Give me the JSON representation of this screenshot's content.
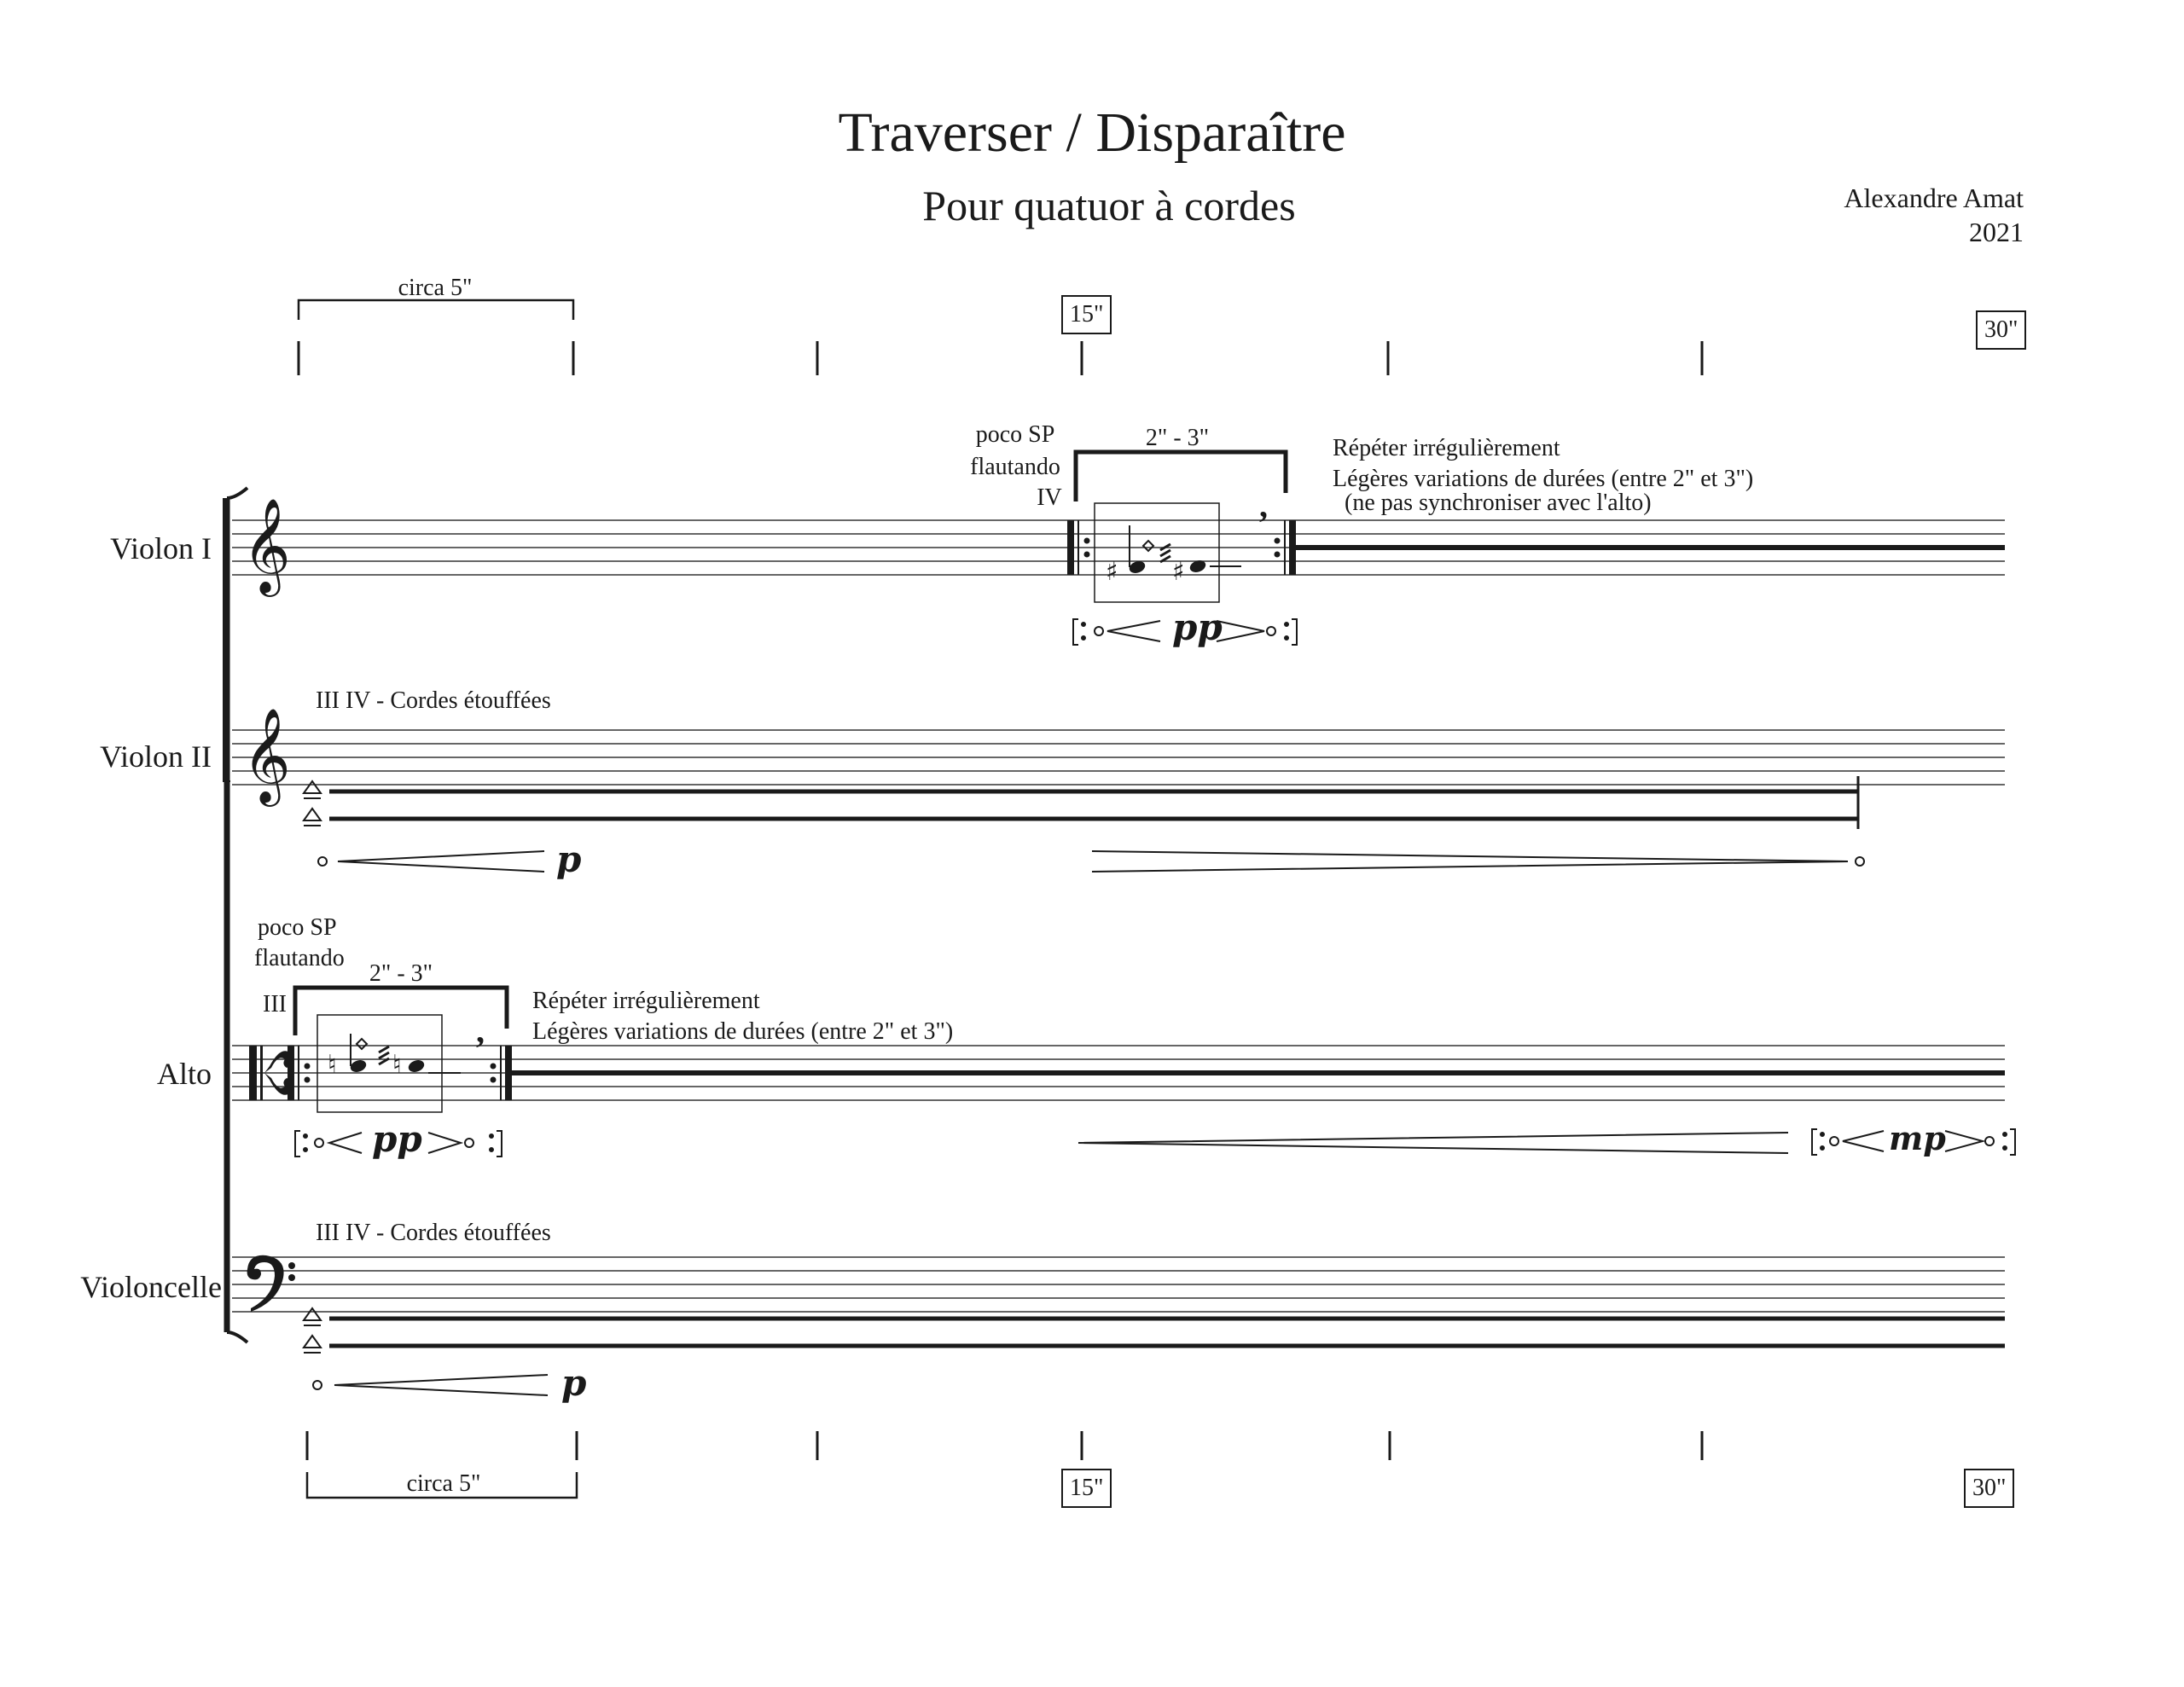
{
  "header": {
    "title": "Traverser / Disparaître",
    "subtitle": "Pour quatuor à cordes",
    "composer": "Alexandre Amat",
    "year": "2021"
  },
  "timeline": {
    "bracket_label": "circa 5\"",
    "marker_15": "15\"",
    "marker_30": "30\""
  },
  "instruments": {
    "violin1": "Violon I",
    "violin2": "Violon II",
    "viola": "Alto",
    "cello": "Violoncelle"
  },
  "violin1": {
    "technique_1": "poco SP",
    "technique_2": "flautando",
    "string": "IV",
    "duration": "2\" - 3\"",
    "instruction_1": "Répéter irrégulièrement",
    "instruction_2": "Légères variations de durées (entre 2\" et 3\")",
    "instruction_3": "(ne pas synchroniser avec l'alto)",
    "dynamic": "pp"
  },
  "violin2": {
    "technique": "III IV - Cordes étouffées",
    "dynamic": "p"
  },
  "viola": {
    "technique_1": "poco SP",
    "technique_2": "flautando",
    "string": "III",
    "duration": "2\" - 3\"",
    "instruction_1": "Répéter irrégulièrement",
    "instruction_2": "Légères variations de durées (entre 2\" et 3\")",
    "dynamic_1": "pp",
    "dynamic_2": "mp"
  },
  "cello": {
    "technique": "III IV - Cordes étouffées",
    "dynamic": "p"
  }
}
